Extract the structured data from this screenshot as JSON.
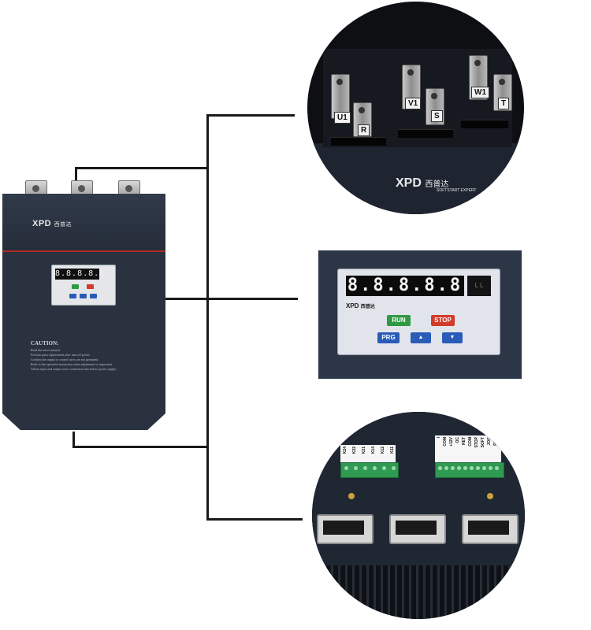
{
  "device": {
    "brand": "XPD",
    "brand_cn": "西普达",
    "panel_readout": "8.8.8.8.8",
    "caution_title": "CAUTION:",
    "caution_lines": [
      "Read the user's manual.",
      "Perform parts replacement after turn off power.",
      "Confirm the output or control wires are not grounded.",
      "Refer to the operation instruction when adjustment or inspection.",
      "Affirm input and output wires connection firm before power supply."
    ]
  },
  "terminals_closeup": {
    "labels": [
      "U1",
      "R",
      "V1",
      "S",
      "W1",
      "T"
    ],
    "brand": "XPD",
    "brand_cn": "西普达",
    "brand_sub": "SOFTSTART EXPERT"
  },
  "control_panel": {
    "readout": "8.8.8.8.8",
    "side_indicator": "L L",
    "brand": "XPD",
    "brand_cn": "西普达",
    "buttons": {
      "run": "RUN",
      "stop": "STOP",
      "prg": "PRG",
      "up": "▲",
      "down": "▼"
    },
    "colors": {
      "run": "#2f9a44",
      "stop": "#d23a2a",
      "nav": "#2a5bb8"
    }
  },
  "wiring_closeup": {
    "left_labels": [
      "K24",
      "K22",
      "K21",
      "K14",
      "K12",
      "K11"
    ],
    "right_labels": [
      "I",
      "COM",
      "+12V",
      "OC",
      "RET",
      "COM",
      "STOP",
      "SOFT",
      "JOG",
      "RUN"
    ]
  }
}
